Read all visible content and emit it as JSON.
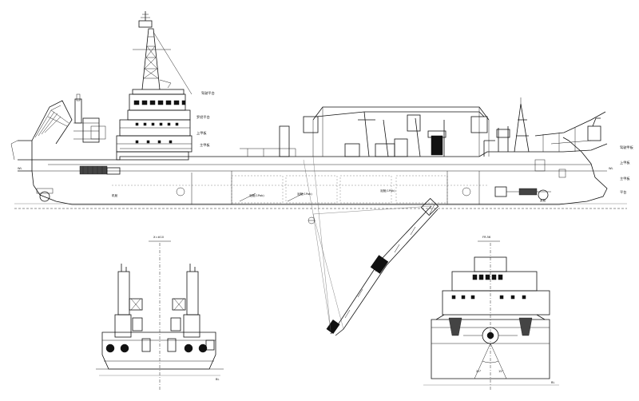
{
  "labels": {
    "deck_high": "驾驶平台",
    "deck_mid": "罗经平台",
    "deck_low": "上甲板",
    "deck_wl": "WL",
    "right_1": "驾驶甲板",
    "right_2": "上甲板",
    "right_3": "主甲板",
    "right_4": "平台",
    "hold1": "泥舱(1Pab)",
    "hold2": "泥舱(1Pab)",
    "hold3": "泥舱(1Pab)",
    "engine": "机舱",
    "pump": "泵舱",
    "section_left": "X=#10",
    "section_right": "FR.56",
    "bl_left": "BL",
    "bl_right": "BL",
    "angle_left": "20°",
    "angle_right": "15°"
  }
}
